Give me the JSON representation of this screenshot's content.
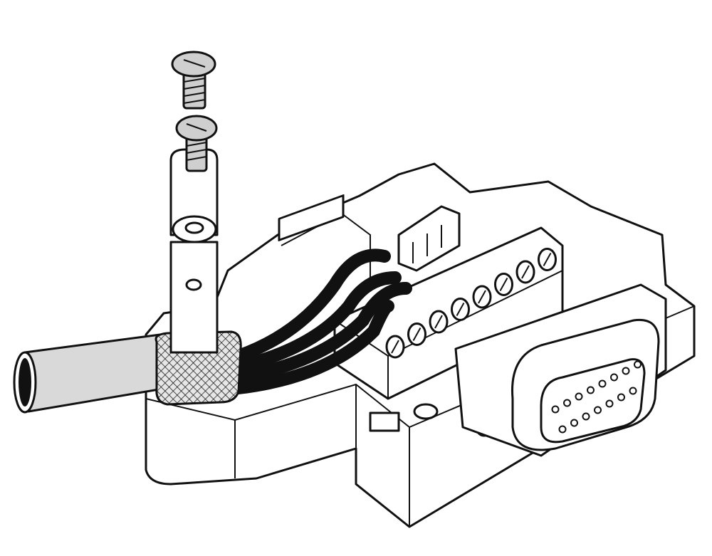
{
  "colors": {
    "line": "#111111",
    "housing_fill": "#ffffff",
    "cable_fill": "#d9d9d9",
    "screw_fill": "#cfcfcf",
    "wire_fill": "#111111",
    "braid_fill": "#e6e6e6"
  },
  "terminal_block": {
    "screw_count": 8
  },
  "dsub_connector": {
    "pin_rows": [
      8,
      7
    ]
  }
}
